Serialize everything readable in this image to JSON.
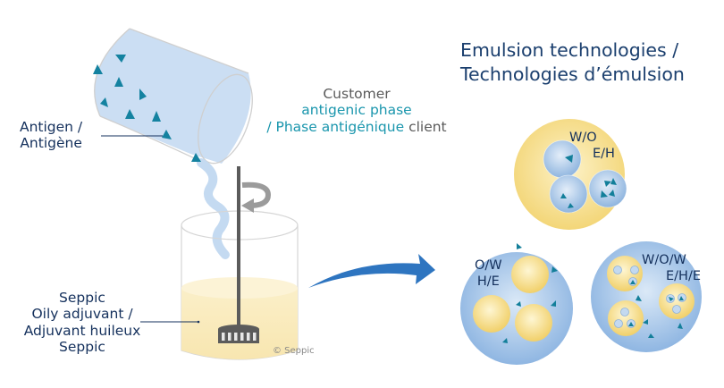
{
  "title": {
    "line1": "Emulsion technologies /",
    "line2": "Technologies d’émulsion"
  },
  "labels": {
    "antigen": {
      "line1": "Antigen /",
      "line2": "Antigène"
    },
    "customer": {
      "line1": "Customer",
      "line2": "antigenic phase",
      "line3_teal": "/ Phase antigénique",
      "line3_grey": " client"
    },
    "adjuvant": {
      "line1": "Seppic",
      "line2": "Oily adjuvant /",
      "line3": "Adjuvant huileux",
      "line4": "Seppic"
    },
    "copyright": "© Seppic"
  },
  "emulsions": [
    {
      "id": "w-o",
      "line1": "W/O",
      "line2": "E/H"
    },
    {
      "id": "o-w",
      "line1": "O/W",
      "line2": "H/E"
    },
    {
      "id": "w-o-w",
      "line1": "W/O/W",
      "line2": "E/H/E"
    }
  ],
  "colors": {
    "navy": "#14305c",
    "teal": "#1a96ad",
    "arrow_blue": "#2e75c0",
    "water_blue": "#a9c9ea",
    "oil_yellow": "#f7dd8a",
    "marker": "#137f9a"
  }
}
